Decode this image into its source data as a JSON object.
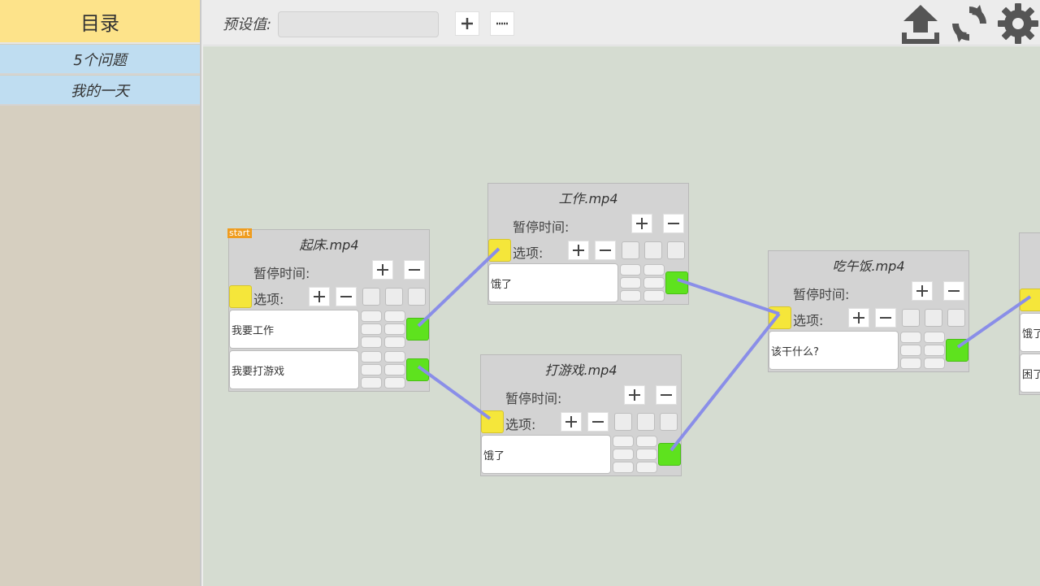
{
  "sidebar": {
    "title": "目录",
    "items": [
      {
        "label": "5个问题"
      },
      {
        "label": "我的一天"
      }
    ]
  },
  "toolbar": {
    "preset_label": "预设值:",
    "preset_value": ""
  },
  "top_icons": [
    "upload-icon",
    "refresh-icon",
    "gear-icon"
  ],
  "colors": {
    "in_port": "#f5e63a",
    "out_port": "#5ee21e",
    "link": "#8a8ee8",
    "start_tag": "#ef9c1e"
  },
  "start_tag": "start",
  "pause_label": "暂停时间:",
  "options_label": "选项:",
  "nodes": [
    {
      "title": "起床.mp4",
      "options": [
        "我要工作",
        "我要打游戏"
      ]
    },
    {
      "title": "工作.mp4",
      "options": [
        "饿了"
      ]
    },
    {
      "title": "打游戏.mp4",
      "options": [
        "饿了"
      ]
    },
    {
      "title": "吃午饭.mp4",
      "options": [
        "该干什么?"
      ]
    },
    {
      "title": "",
      "options": [
        "饿了",
        "困了"
      ]
    }
  ]
}
